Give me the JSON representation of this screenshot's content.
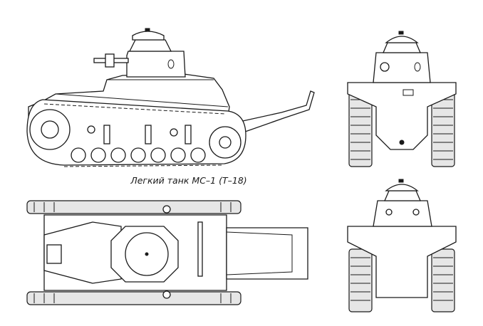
{
  "caption": "Легкий танк МС–1 (Т–18)",
  "views": {
    "side": "side-view",
    "front": "front-view",
    "top": "top-view",
    "rear": "rear-view"
  }
}
